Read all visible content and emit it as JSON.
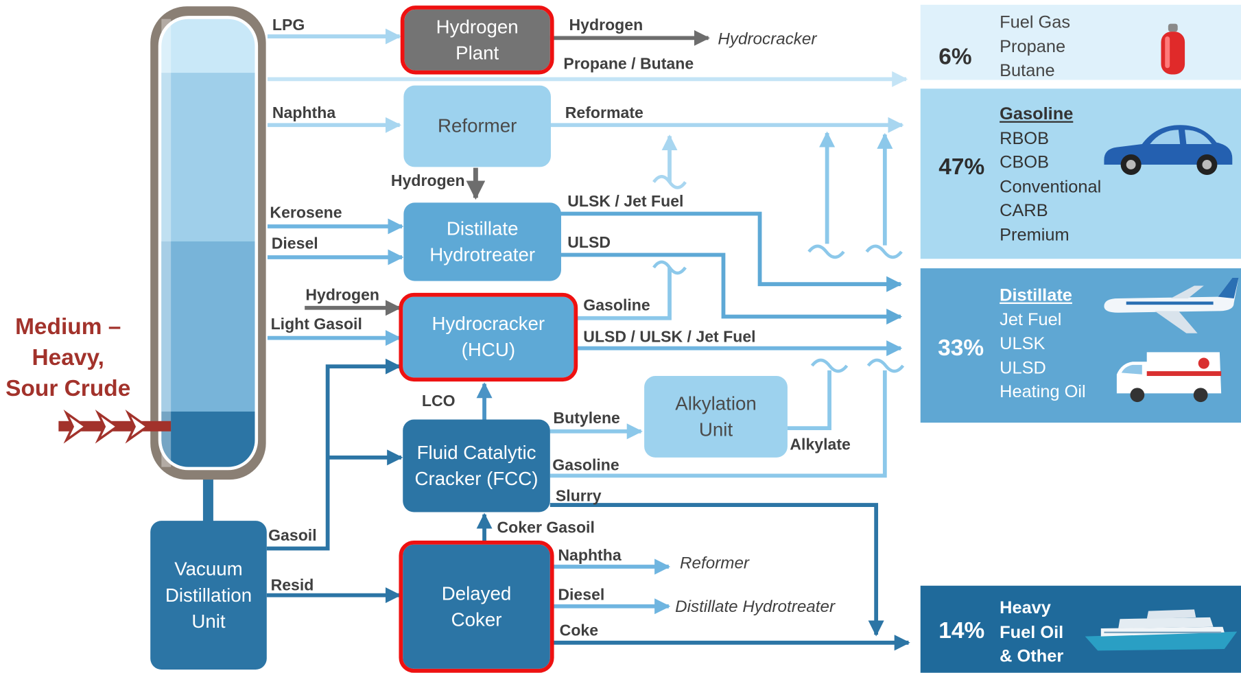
{
  "feed": {
    "line1": "Medium –",
    "line2": "Heavy,",
    "line3": "Sour Crude"
  },
  "units": {
    "hydrogen_plant": [
      "Hydrogen",
      "Plant"
    ],
    "reformer": [
      "Reformer"
    ],
    "distillate_hydrotreater": [
      "Distillate",
      "Hydrotreater"
    ],
    "hydrocracker": [
      "Hydrocracker",
      "(HCU)"
    ],
    "alkylation": [
      "Alkylation",
      "Unit"
    ],
    "fcc": [
      "Fluid Catalytic",
      "Cracker (FCC)"
    ],
    "vacuum": [
      "Vacuum",
      "Distillation",
      "Unit"
    ],
    "coker": [
      "Delayed",
      "Coker"
    ]
  },
  "streams": {
    "lpg": "LPG",
    "hydrogen_out": "Hydrogen",
    "propane_butane": "Propane / Butane",
    "naphtha": "Naphtha",
    "reformate": "Reformate",
    "hydrogen_reformer": "Hydrogen",
    "kerosene": "Kerosene",
    "diesel": "Diesel",
    "ulsk_jet": "ULSK / Jet Fuel",
    "ulsd": "ULSD",
    "hydrogen_hcu": "Hydrogen",
    "light_gasoil": "Light Gasoil",
    "hcu_gasoline": "Gasoline",
    "hcu_ulsd": "ULSD / ULSK / Jet Fuel",
    "lco": "LCO",
    "butylene": "Butylene",
    "alkylate": "Alkylate",
    "fcc_gasoline": "Gasoline",
    "slurry": "Slurry",
    "gasoil": "Gasoil",
    "coker_gasoil": "Coker Gasoil",
    "resid": "Resid",
    "coker_naphtha": "Naphtha",
    "coker_diesel": "Diesel",
    "coke": "Coke"
  },
  "destinations": {
    "hydrocracker": "Hydrocracker",
    "reformer": "Reformer",
    "distillate_hydrotreater": "Distillate Hydrotreater"
  },
  "products": [
    {
      "pct": "6%",
      "heading": "",
      "items": [
        "Fuel Gas",
        "Propane",
        "Butane"
      ],
      "icon": "propane-tank-icon",
      "color": "#dff1fb"
    },
    {
      "pct": "47%",
      "heading": "Gasoline",
      "items": [
        "RBOB",
        "CBOB",
        "Conventional",
        "CARB",
        "Premium"
      ],
      "icon": "car-icon",
      "color": "#a9d9f1"
    },
    {
      "pct": "33%",
      "heading": "Distillate",
      "items": [
        "Jet Fuel",
        "ULSK",
        "ULSD",
        "Heating Oil"
      ],
      "icon": "airplane-icon",
      "icon2": "ambulance-icon",
      "color": "#5fa7d3"
    },
    {
      "pct": "14%",
      "heading": "",
      "items": [
        "Heavy",
        "Fuel Oil",
        "& Other"
      ],
      "icon": "ship-icon",
      "color": "#1f6a9b"
    }
  ]
}
